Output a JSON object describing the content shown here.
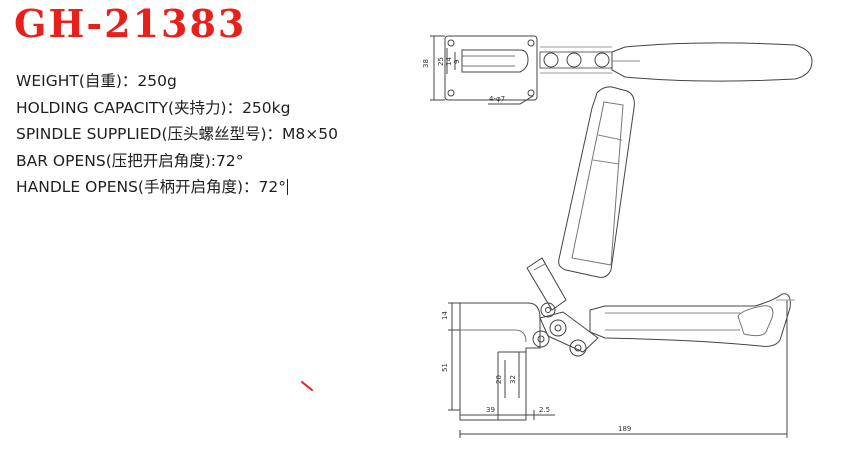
{
  "title": "GH-21383",
  "title_color": "#e8201c",
  "specs": [
    "WEIGHT(自重)：250g",
    "HOLDING CAPACITY(夹持力)：250kg",
    "SPINDLE SUPPLIED(压头螺丝型号)：M8×50",
    "BAR OPENS(压把开启角度):72°",
    "HANDLE OPENS(手柄开启角度)：72°"
  ],
  "drawing": {
    "top_view": {
      "dim_overall_height": "38",
      "dim_slot_width": "25",
      "dim_slot_inner": "14",
      "dim_slot_small": "9",
      "hole_note": "4-φ7"
    },
    "side_view": {
      "dim_arm_thickness": "14",
      "dim_height": "51",
      "dim_slot_depth": "32",
      "dim_slot_inner": "20",
      "dim_base_length": "39",
      "dim_offset": "2.5",
      "dim_total_length": "189"
    }
  }
}
